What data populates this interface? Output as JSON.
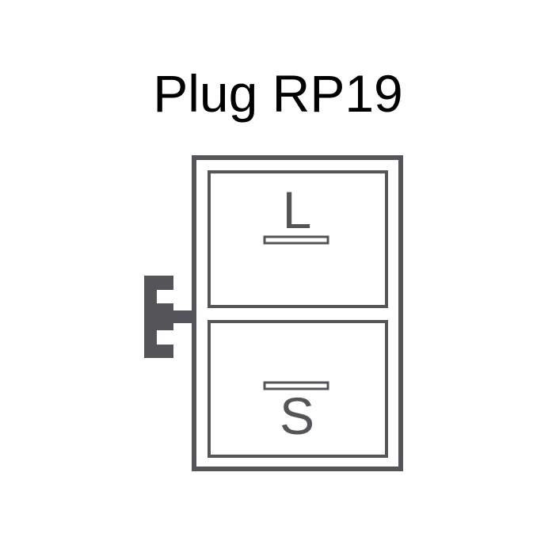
{
  "diagram": {
    "title": "Plug RP19",
    "pins": [
      {
        "label": "L"
      },
      {
        "label": "S"
      }
    ],
    "colors": {
      "title": "#000000",
      "stroke": "#555559",
      "background": "#ffffff"
    }
  }
}
